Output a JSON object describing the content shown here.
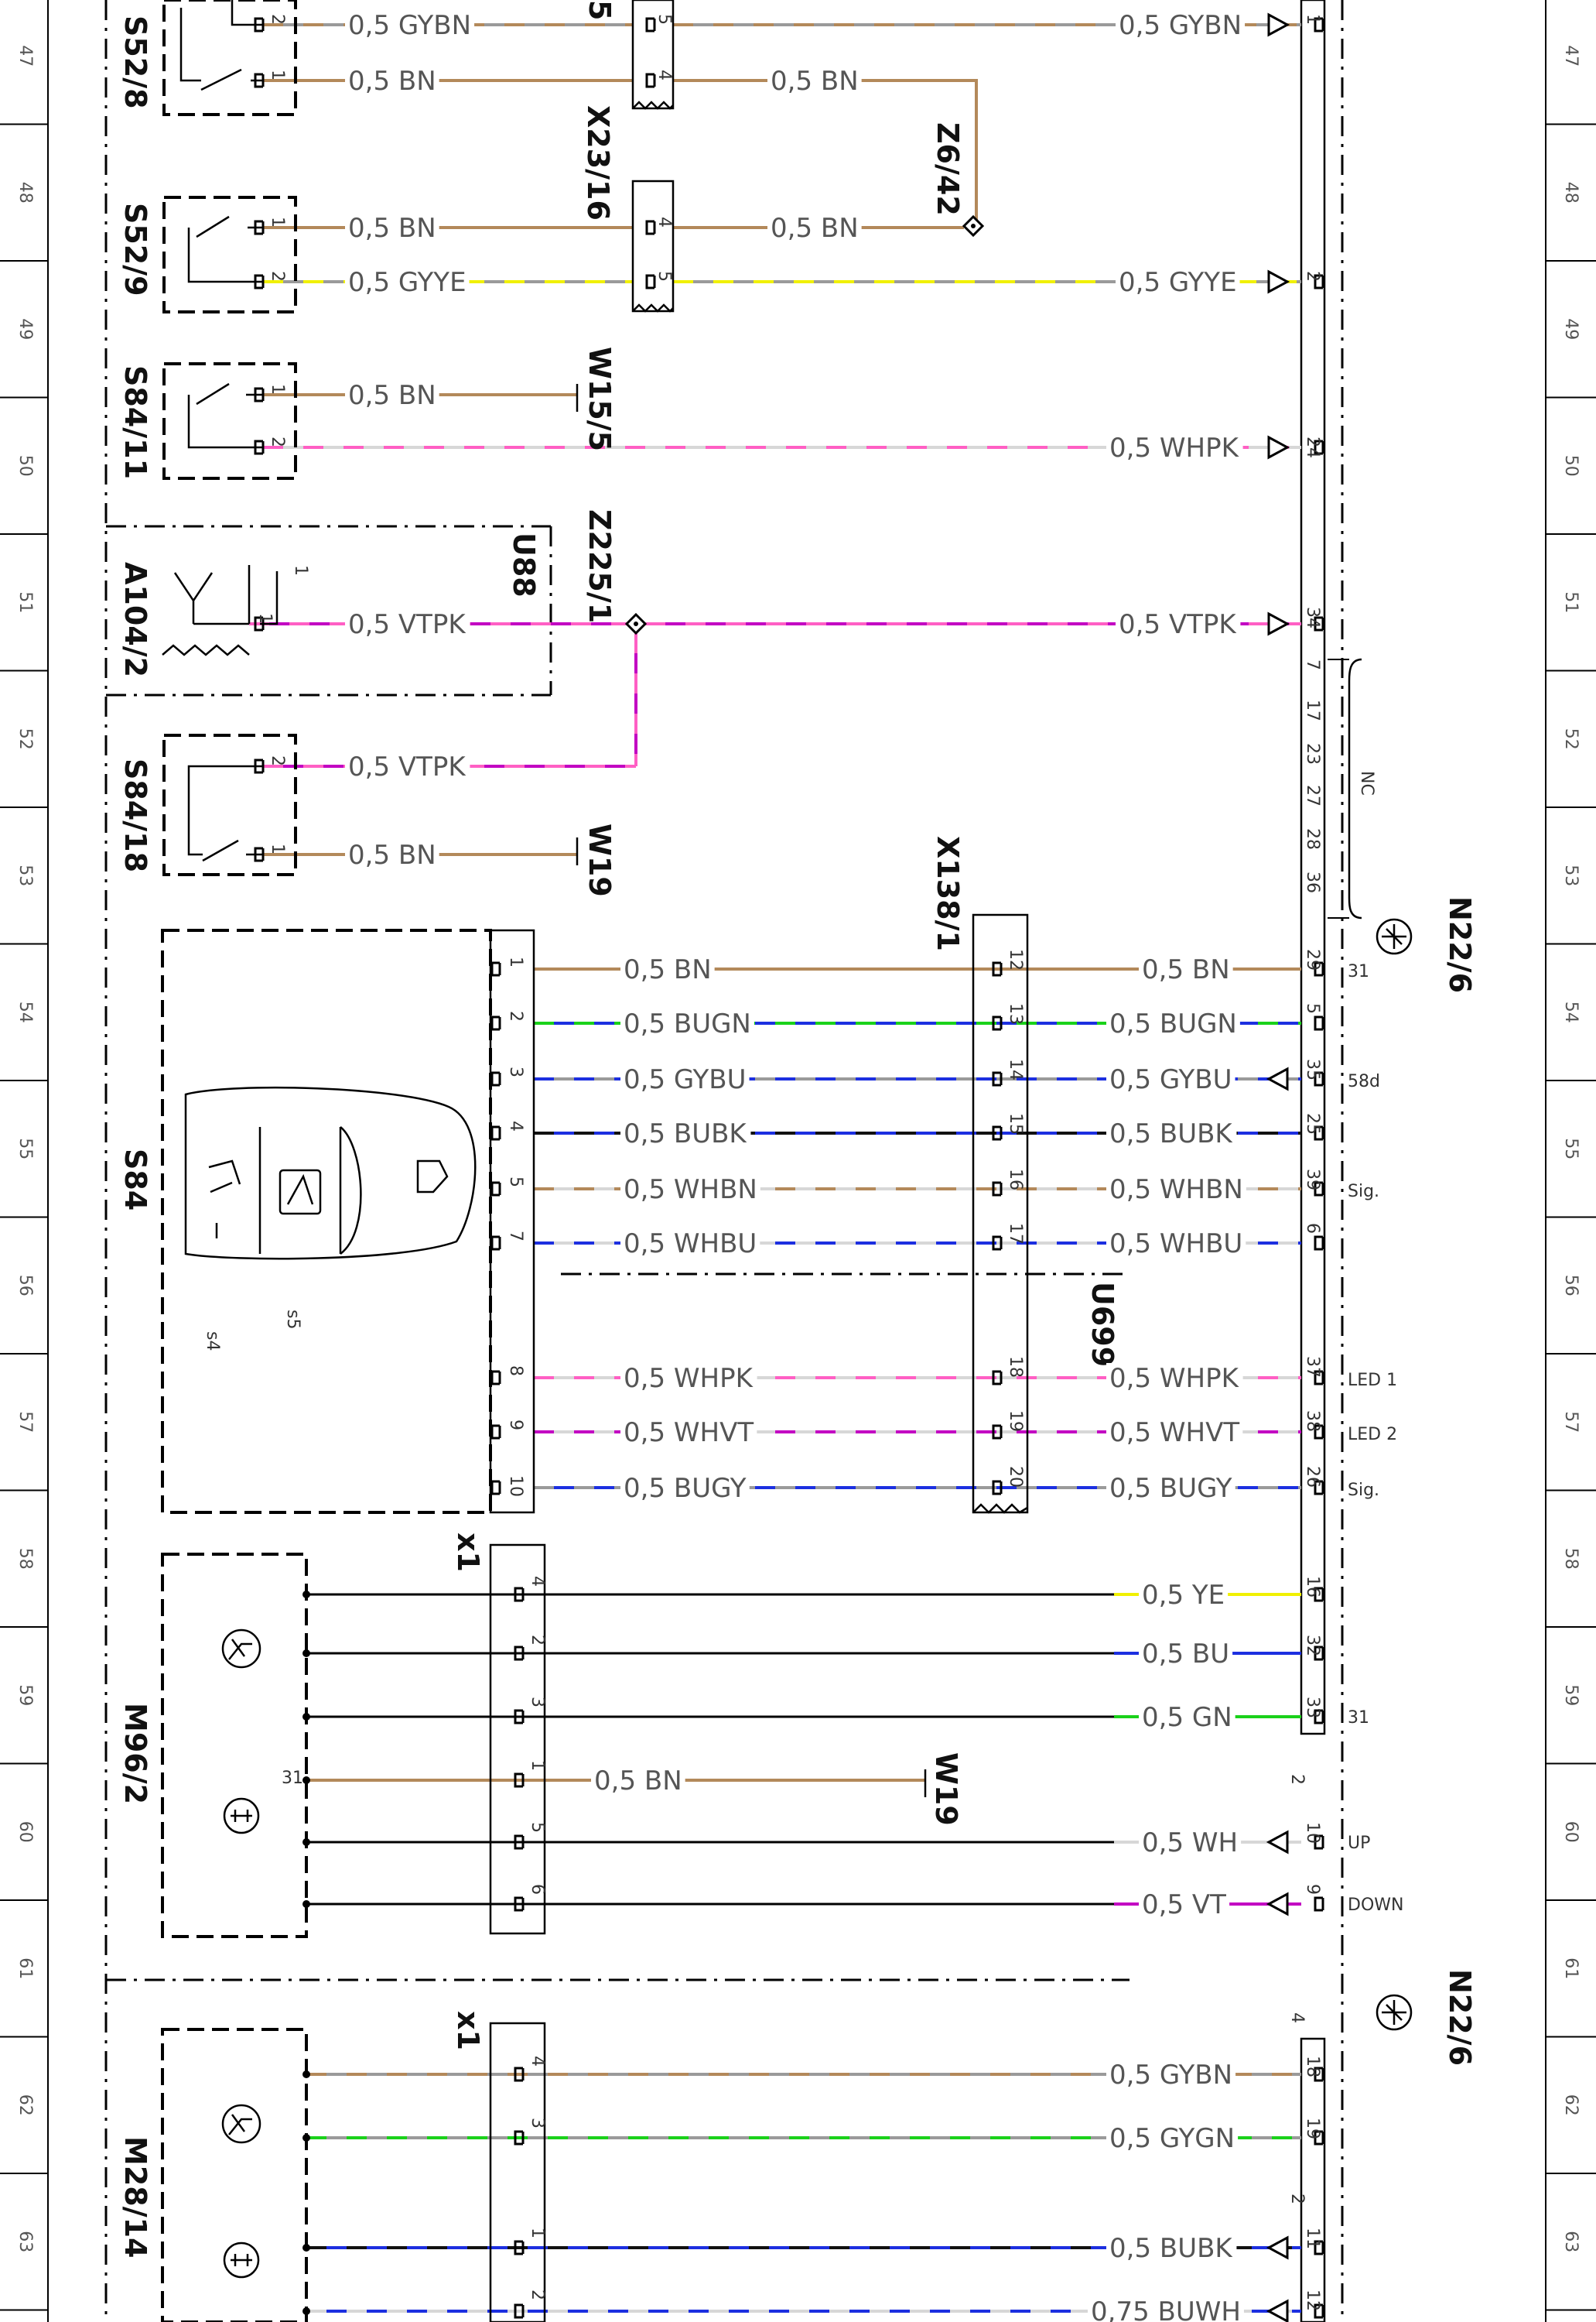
{
  "colors": {
    "BN": "#b3895a",
    "GY": "#9a9a9a",
    "YE": "#f0f000",
    "WH": "#d7d7d7",
    "PK": "#ff5fc4",
    "VT": "#c200c2",
    "GN": "#1ad11a",
    "BU": "#1c2fe0",
    "BK": "#111111",
    "line": "#000000"
  },
  "grid_numbers": [
    "47",
    "48",
    "49",
    "50",
    "51",
    "52",
    "53",
    "54",
    "55",
    "56",
    "57",
    "58",
    "59",
    "60",
    "61",
    "62",
    "63"
  ],
  "components": {
    "S52_8": "S52/8",
    "S52_9": "S52/9",
    "S84_11": "S84/11",
    "A104_2": "A104/2",
    "U88": "U88",
    "S84_18": "S84/18",
    "S84": "S84",
    "M96_2": "M96/2",
    "M28_14": "M28/14",
    "X23_16": "X23/16",
    "Z6_42": "Z6/42",
    "W15_5": "W15/5",
    "Z225_1": "Z225/1",
    "W19_a": "W19",
    "W19_b": "W19",
    "X138_1": "X138/1",
    "U699": "U699",
    "x1_a": "x1",
    "x1_b": "x1",
    "N22_6_a": "N22/6",
    "N22_6_b": "N22/6",
    "partial_5": "5",
    "s4": "s4",
    "s5": "s5",
    "NC": "NC"
  },
  "signals": {
    "58d": "58d",
    "sig1": "Sig.",
    "sig2": "Sig.",
    "led1": "LED 1",
    "led2": "LED 2",
    "gnd1": "31",
    "gnd2": "31",
    "gnd_m96": "31",
    "up": "UP",
    "down": "DOWN"
  },
  "wire_labels": {
    "r1_left": "0,5 GYBN",
    "r1_right": "0,5 GYBN",
    "r2_left": "0,5 BN",
    "r2_mid": "0,5 BN",
    "r3_left": "0,5 BN",
    "r3_mid": "0,5 BN",
    "r4_left": "0,5 GYYE",
    "r4_right": "0,5 GYYE",
    "r5_left": "0,5 BN",
    "r6_right": "0,5 WHPK",
    "r7_left": "0,5 VTPK",
    "r7_right": "0,5 VTPK",
    "r8_left": "0,5 VTPK",
    "r9_left": "0,5 BN",
    "s1_l": "0,5 BN",
    "s1_r": "0,5 BN",
    "s2_l": "0,5 BUGN",
    "s2_r": "0,5 BUGN",
    "s3_l": "0,5 GYBU",
    "s3_r": "0,5 GYBU",
    "s4_l": "0,5 BUBK",
    "s4_r": "0,5 BUBK",
    "s5_l": "0,5 WHBN",
    "s5_r": "0,5 WHBN",
    "s6_l": "0,5 WHBU",
    "s6_r": "0,5 WHBU",
    "s7_l": "0,5 WHPK",
    "s7_r": "0,5 WHPK",
    "s8_l": "0,5 WHVT",
    "s8_r": "0,5 WHVT",
    "s9_l": "0,5 BUGY",
    "s9_r": "0,5 BUGY",
    "m1": "0,5 YE",
    "m2": "0,5 BU",
    "m3": "0,5 GN",
    "m4": "0,5 BN",
    "m5": "0,5 WH",
    "m6": "0,5 VT",
    "k1": "0,5 GYBN",
    "k2": "0,5 GYGN",
    "k3": "0,5 BUBK",
    "k4": "0,75 BUWH"
  },
  "pins": {
    "s52_8_top": "2",
    "s52_8_bot": "1",
    "s52_9_top": "1",
    "s52_9_bot": "2",
    "s84_11_top": "1",
    "s84_11_bot": "2",
    "a104_a": "1",
    "a104_b": "1",
    "s84_18_top": "2",
    "s84_18_bot": "1",
    "x23_r1": "5",
    "x23_r2": "4",
    "x23_r3": "4",
    "x23_r4": "5",
    "n1": "1",
    "n2": "2",
    "n24": "24",
    "n34": "34",
    "nc1": "7",
    "nc2": "17",
    "nc3": "23",
    "nc4": "27",
    "nc5": "28",
    "nc6": "36",
    "s84p1": "1",
    "s84p2": "2",
    "s84p3": "3",
    "s84p4": "4",
    "s84p5": "5",
    "s84p7": "7",
    "s84p8": "8",
    "s84p9": "9",
    "s84p10": "10",
    "x138_12": "12",
    "x138_13": "13",
    "x138_14": "14",
    "x138_15": "15",
    "x138_16": "16",
    "x138_17": "17",
    "x138_18": "18",
    "x138_19": "19",
    "x138_20": "20",
    "n29": "29",
    "n5": "5",
    "n35": "35",
    "n25": "25",
    "n39": "39",
    "n6": "6",
    "n37": "37",
    "n38": "38",
    "n26": "26",
    "x1a_4": "4",
    "x1a_2": "2",
    "x1a_3": "3",
    "x1a_1": "1",
    "x1a_5": "5",
    "x1a_6": "6",
    "n16": "16",
    "n32": "32",
    "n33": "33",
    "n10": "10",
    "n9": "9",
    "n_conn2": "2",
    "x1b_4": "4",
    "x1b_3": "3",
    "x1b_1": "1",
    "x1b_2": "2",
    "n18": "18",
    "n19": "19",
    "n11": "11",
    "n12": "12",
    "n_conn4": "4",
    "n_conn2b": "2"
  }
}
